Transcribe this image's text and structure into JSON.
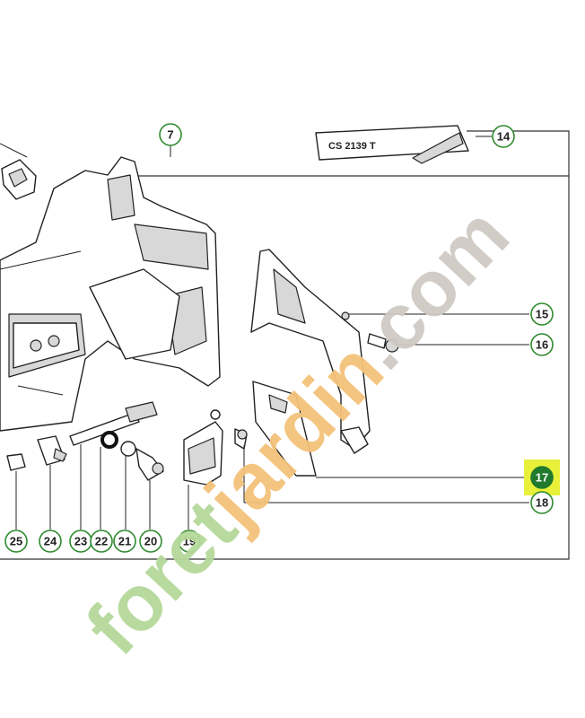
{
  "model_label": "CS 2139 T",
  "watermark": {
    "green_part": "foret",
    "highlight_part": "jardin",
    "grey_part": ".com",
    "green_color": "#b5d99a",
    "highlight_color": "#f4c27a",
    "grey_color": "#cfcac3"
  },
  "highlight_color": "#e9f03a",
  "callout_color": "#2f8a2f",
  "callouts_right": [
    "14",
    "15",
    "16",
    "17",
    "18"
  ],
  "callouts_top": [
    "7"
  ],
  "callouts_bottom": [
    "25",
    "24",
    "23",
    "22",
    "21",
    "20",
    "19"
  ],
  "highlighted_callout": "17"
}
